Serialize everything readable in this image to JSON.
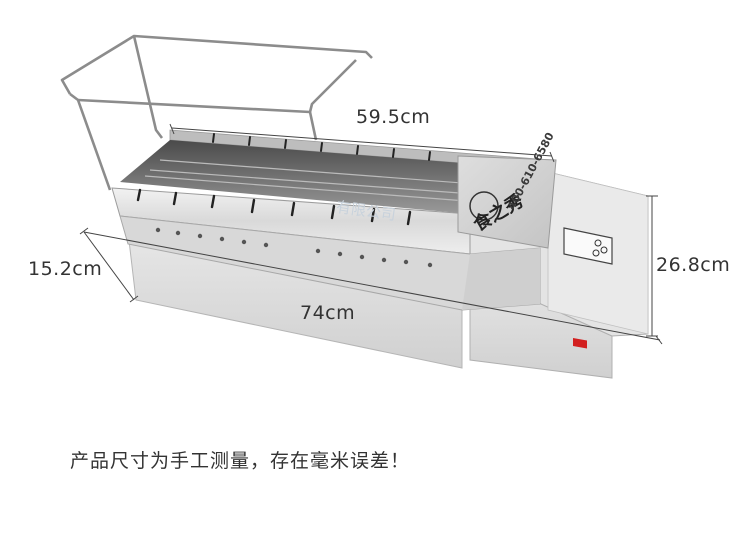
{
  "dimensions": {
    "top_length": "59.5cm",
    "left_depth": "15.2cm",
    "base_length": "74cm",
    "right_height": "26.8cm"
  },
  "note": "产品尺寸为手工测量，存在毫米误差！",
  "brand": {
    "logo_text": "食之秀",
    "phone": "400-610-6580",
    "watermark": "有限公司"
  },
  "colors": {
    "steel_light": "#e9e9e9",
    "steel_mid": "#c9c9c9",
    "steel_dark": "#7a7a7a",
    "display_red": "#d21f1f",
    "dim_line": "#444444"
  }
}
